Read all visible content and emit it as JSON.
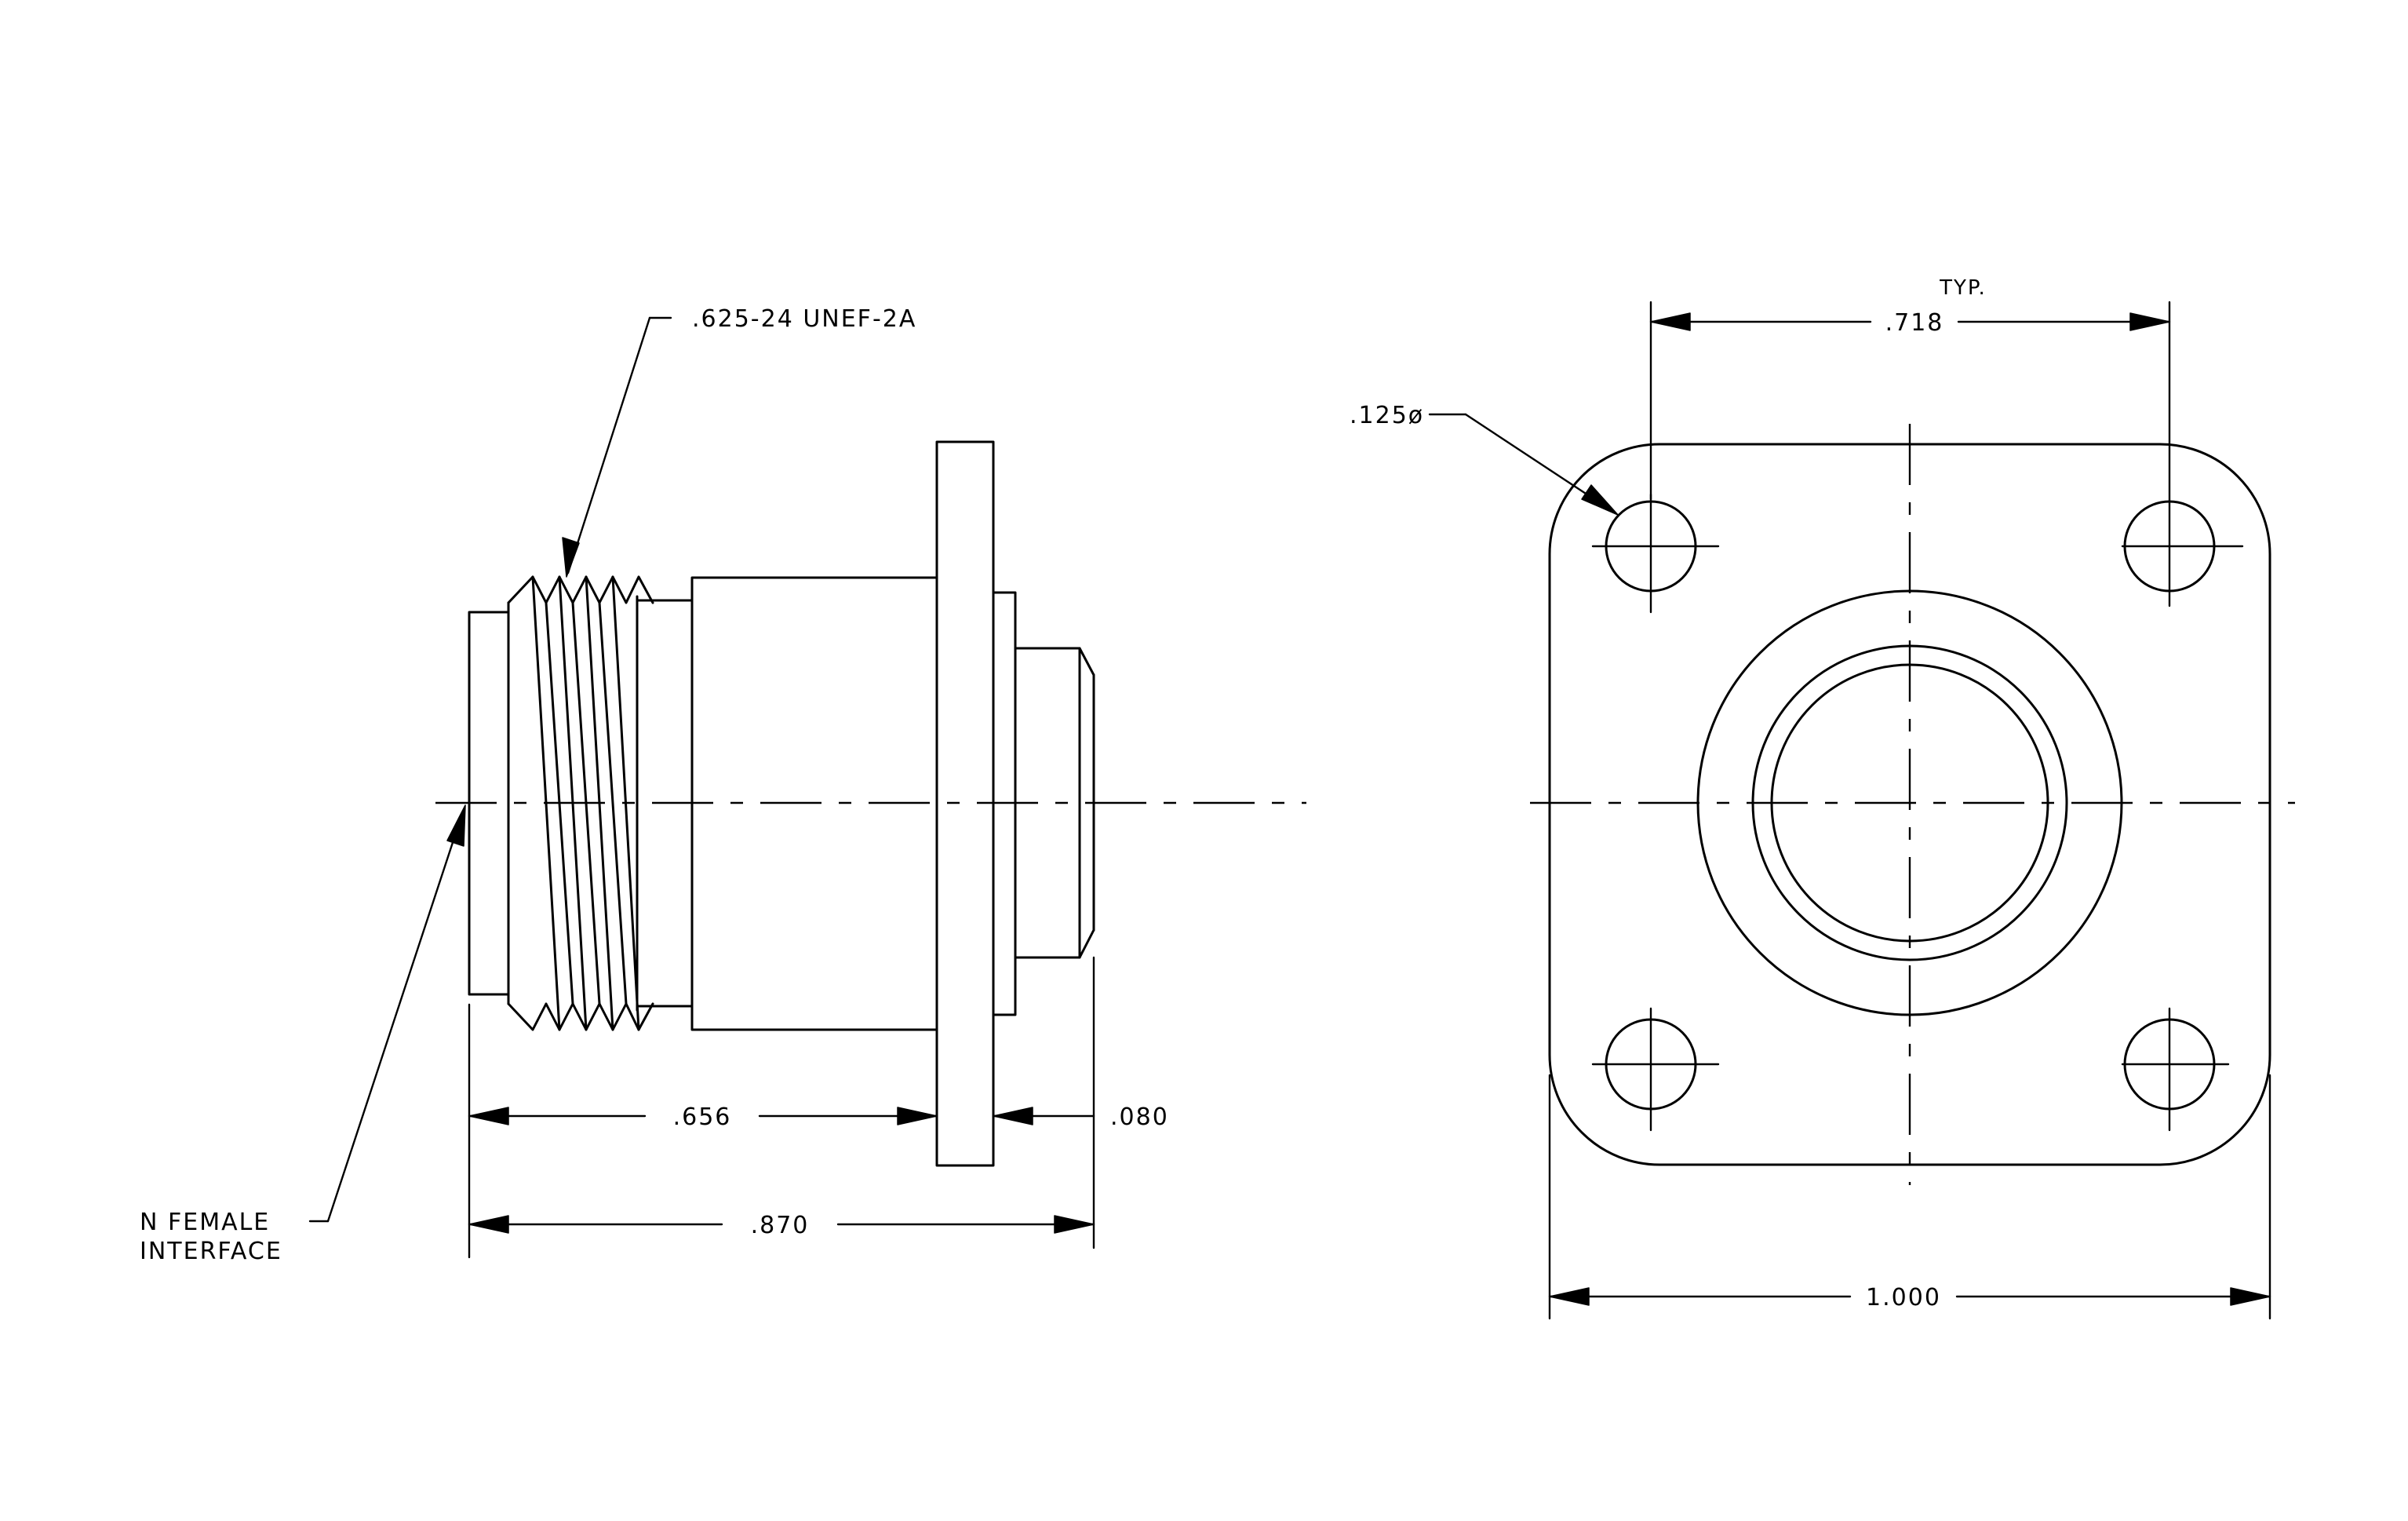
{
  "colors": {
    "background": "#ffffff",
    "line": "#000000"
  },
  "labels": {
    "thread_spec": ".625-24 UNEF-2A",
    "interface_line1": "N FEMALE",
    "interface_line2": "INTERFACE",
    "dim_flange_to_front": ".656",
    "dim_flange_thickness": ".080",
    "dim_overall_length": ".870",
    "mount_hole_dia": ".125ø",
    "typ_note": "TYP.",
    "dim_hole_spacing": ".718",
    "dim_flange_width": "1.000"
  }
}
